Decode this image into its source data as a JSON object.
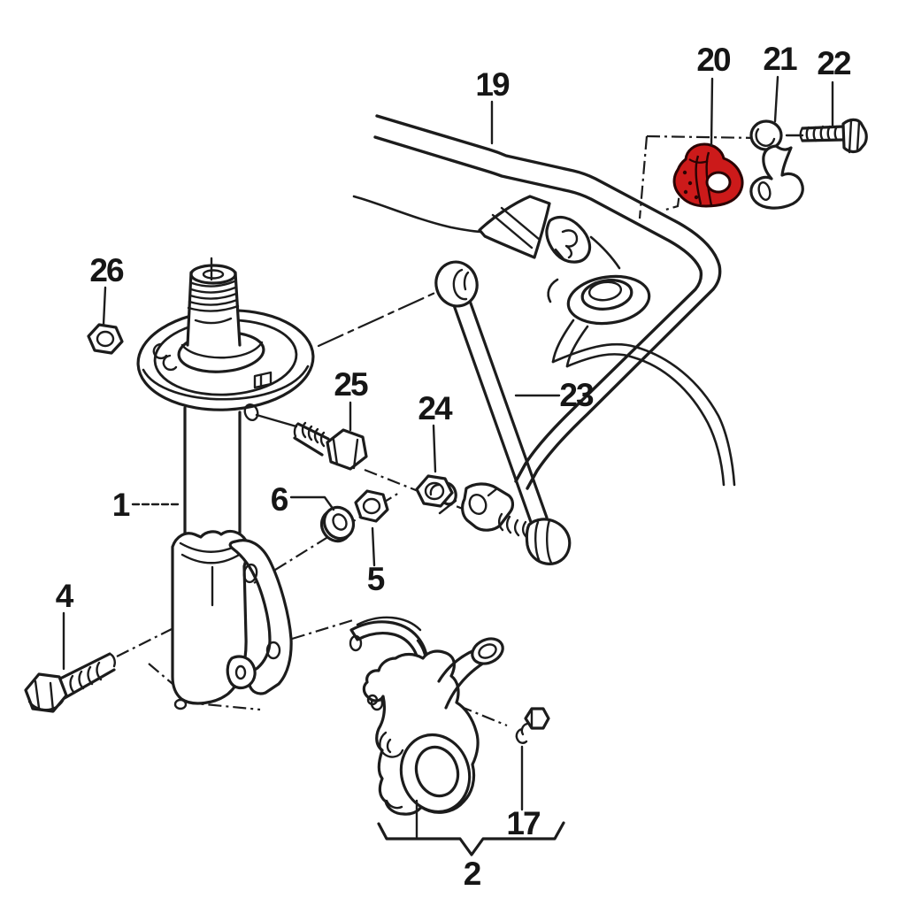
{
  "figure": {
    "type": "exploded-parts-diagram",
    "background_color": "#ffffff",
    "line_color": "#1c1c1c",
    "highlight_color": "#cc1a1a",
    "highlight_outline_color": "#2a0303",
    "highlighted_part_number": "20"
  },
  "part_labels": [
    {
      "text": "1"
    },
    {
      "text": "2"
    },
    {
      "text": "4"
    },
    {
      "text": "5"
    },
    {
      "text": "6"
    },
    {
      "text": "17"
    },
    {
      "text": "19"
    },
    {
      "text": "20"
    },
    {
      "text": "21"
    },
    {
      "text": "22"
    },
    {
      "text": "23"
    },
    {
      "text": "24"
    },
    {
      "text": "25"
    },
    {
      "text": "26"
    }
  ]
}
